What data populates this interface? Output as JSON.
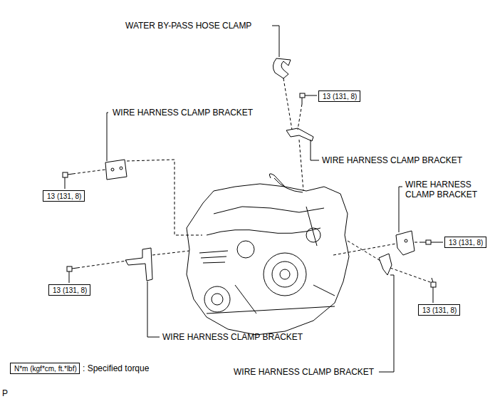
{
  "diagram": {
    "nodes": [
      {
        "text": [
          "13 (131, 8)"
        ]
      },
      {
        "text": [
          "13 (131, 8)"
        ]
      },
      {
        "text": [
          "13 (131, 8)"
        ]
      },
      {
        "text": [
          "13 (131, 8)"
        ]
      },
      {
        "text": [
          "13 (131, 8)"
        ]
      },
      {
        "text": [
          "N*m (kgf*cm, ft.*lbf)"
        ]
      }
    ],
    "edges": [],
    "labels": [
      "WATER BY-PASS HOSE CLAMP",
      "WIRE HARNESS CLAMP BRACKET",
      "WIRE HARNESS CLAMP BRACKET",
      "WIRE HARNESS CLAMP BRACKET",
      "WIRE HARNESS CLAMP BRACKET",
      "WIRE HARNESS CLAMP BRACKET",
      "P"
    ],
    "legend": [
      {
        "text": ": Specified torque"
      }
    ]
  }
}
